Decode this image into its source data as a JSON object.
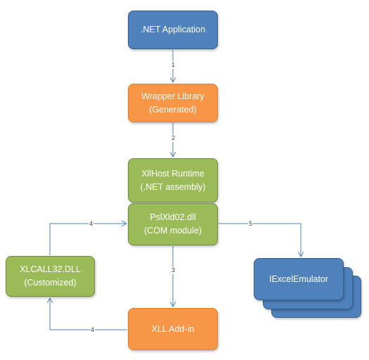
{
  "diagram": {
    "net_app": {
      "line1": ".NET Application"
    },
    "wrapper": {
      "line1": "Wrapper Library",
      "line2": "(Generated)"
    },
    "xllhost": {
      "line1": "XllHost Runtime",
      "line2": "(.NET assembly)"
    },
    "pslxld": {
      "line1": "PslXld02.dll",
      "line2": "(COM module)"
    },
    "xlcall": {
      "line1": "XLCALL32.DLL",
      "line2": "(Customized)"
    },
    "addin": {
      "line1": "XLL Add-in"
    },
    "emulator": {
      "line1": "IExcelEmulator"
    },
    "edges": {
      "e1": "1",
      "e2": "2",
      "e3": "3",
      "e4a": "4",
      "e4b": "4",
      "e5": "5"
    },
    "colors": {
      "blue": "#4f81bd",
      "orange": "#f79646",
      "green": "#9bbb59",
      "connector": "#4f81bd"
    }
  }
}
